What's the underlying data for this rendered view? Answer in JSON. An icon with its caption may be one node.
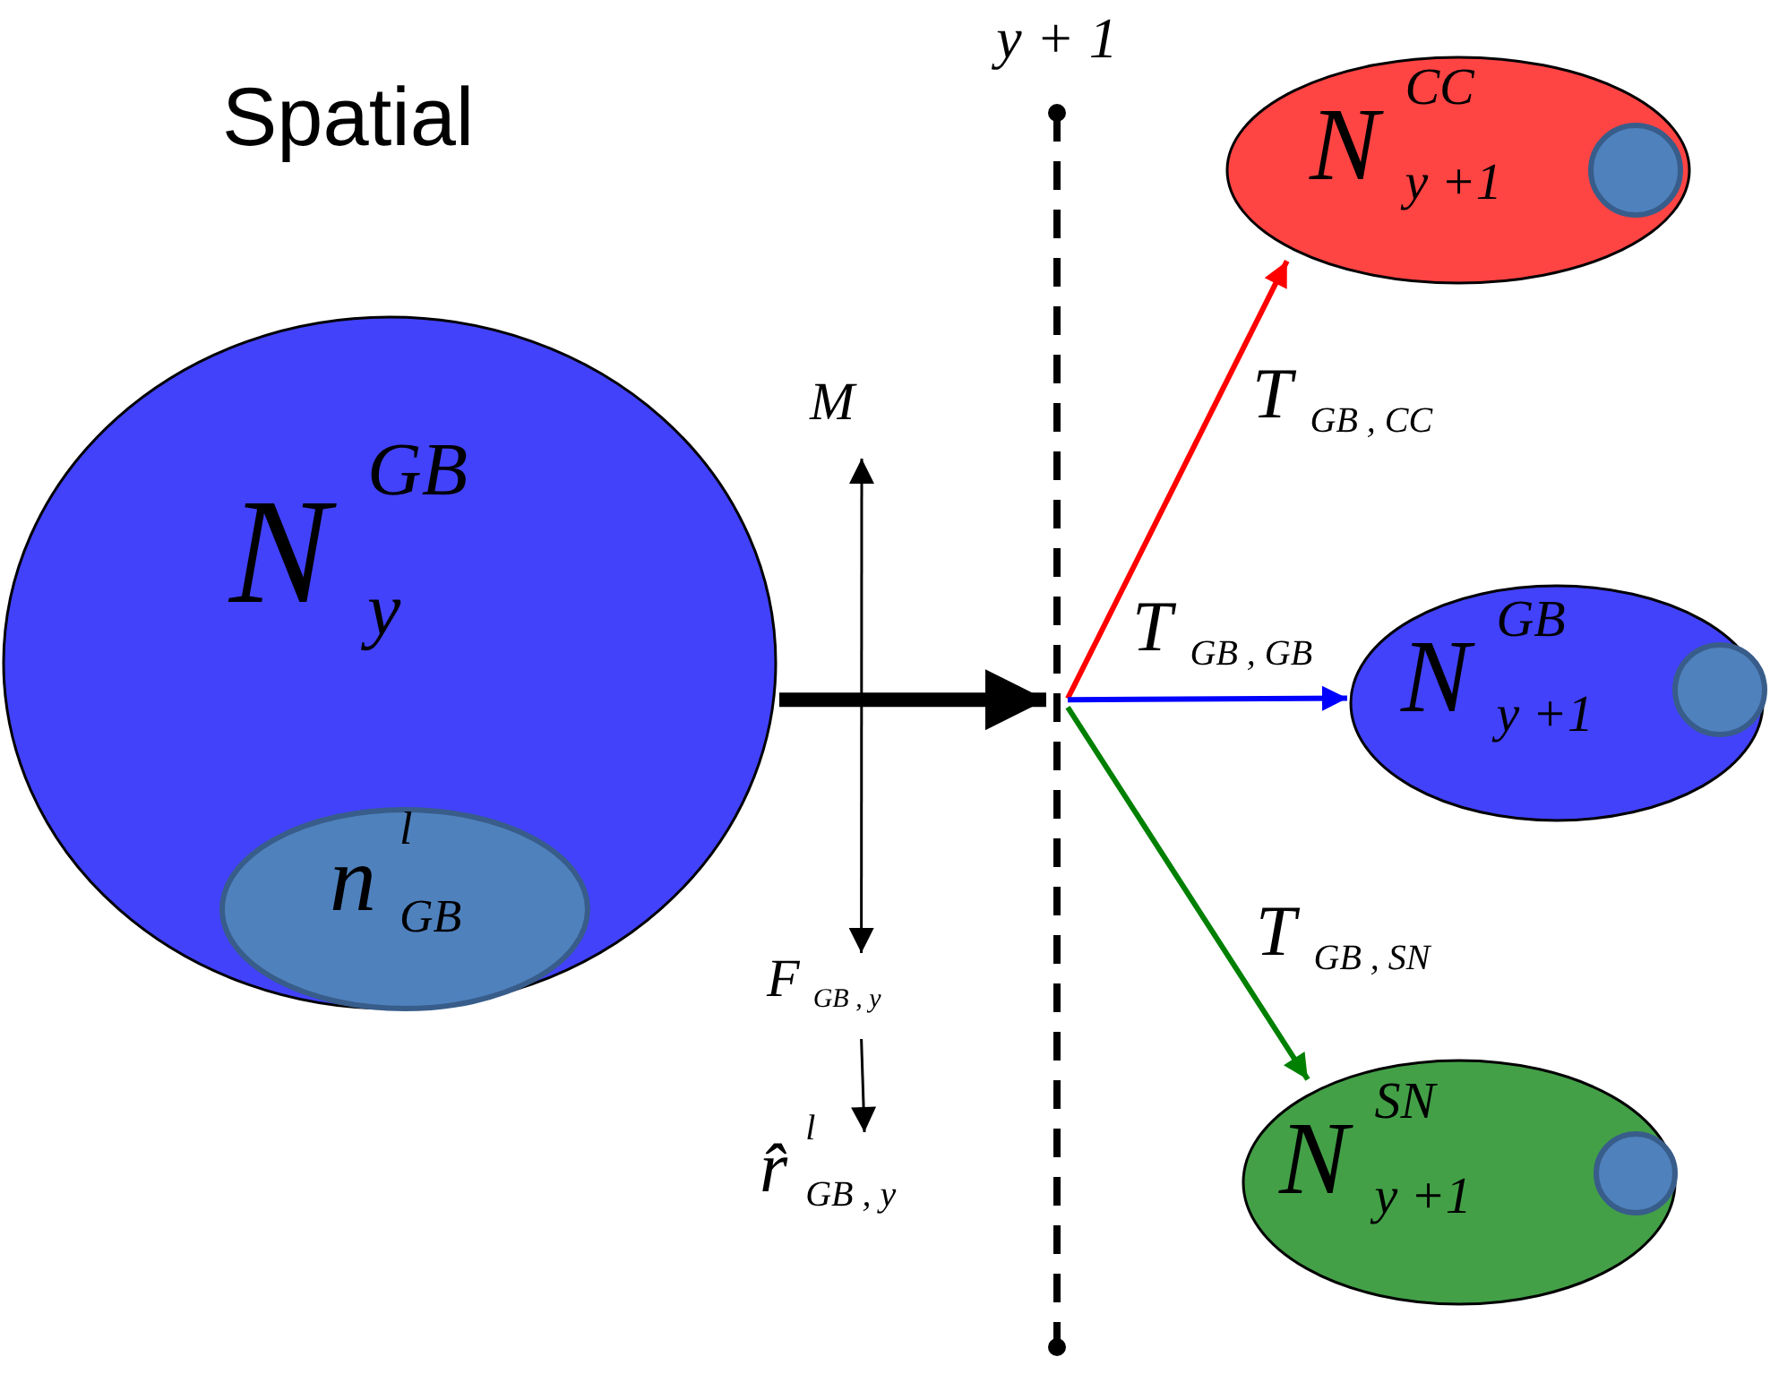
{
  "diagram": {
    "title": "Spatial",
    "nodes": [
      {
        "text": [
          "N$^{GB}$$_{y}$"
        ]
      },
      {
        "text": [
          "n$^{l}$$_{GB}$"
        ],
        "in": 0
      },
      {
        "text": [],
        "shape": "line",
        "beside": [
          "y + 1"
        ]
      },
      {
        "text": [
          "N$^{CC}$$_{y +1}$"
        ]
      },
      {
        "text": [],
        "shape": "circle",
        "in": 3
      },
      {
        "text": [
          "N$^{GB}$$_{y +1}$"
        ]
      },
      {
        "text": [],
        "shape": "circle",
        "in": 5
      },
      {
        "text": [
          "N$^{SN}$$_{y +1}$"
        ]
      },
      {
        "text": [],
        "shape": "circle",
        "in": 7
      },
      {
        "text": [
          "M"
        ]
      },
      {
        "text": [
          "F$_{GB , y}$"
        ]
      },
      {
        "text": [
          "r̂$^{l}$$_{GB , y}$"
        ]
      }
    ],
    "edges": [
      {
        "from": 0,
        "to": 2,
        "arrow": "to",
        "style": "thick"
      },
      {
        "from": 2,
        "to": 3,
        "arrow": "to",
        "label": "T$_{GB , CC}$",
        "color": "#ff0000"
      },
      {
        "from": 2,
        "to": 5,
        "arrow": "to",
        "label": "T$_{GB , GB}$",
        "color": "#0000ff"
      },
      {
        "from": 2,
        "to": 7,
        "arrow": "to",
        "label": "T$_{GB , SN}$",
        "color": "#008000"
      },
      {
        "from": 9,
        "to": 10,
        "arrow": "both"
      },
      {
        "from": 10,
        "to": 11,
        "arrow": "to"
      }
    ]
  }
}
